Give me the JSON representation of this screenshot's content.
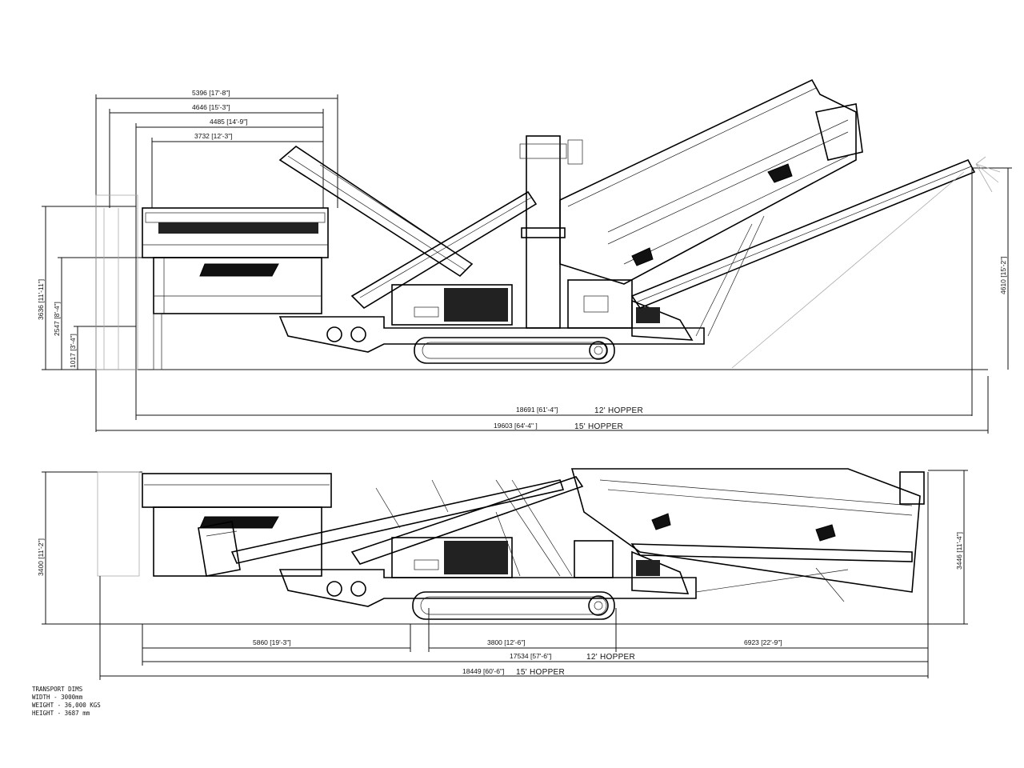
{
  "side_view": {
    "top_dims": [
      "5396 [17'-8\"]",
      "4646 [15'-3\"]",
      "4485 [14'-9\"]",
      "3732 [12'-3\"]"
    ],
    "left_dims": [
      "3636 [11'-11\"]",
      "2547 [8'-4\"]",
      "1017 [3'-4\"]"
    ],
    "right_dim": "4610 [15'-2\"]",
    "length_12": {
      "value": "18691 [61'-4\"]",
      "label": "12' HOPPER"
    },
    "length_15": {
      "value": "19603 [64'-4\" ]",
      "label": "15' HOPPER"
    }
  },
  "transport_view": {
    "left_dim": "3400 [11'-2\"]",
    "right_dim": "3446 [11'-4\"]",
    "seg_dims": [
      "5860 [19'-3\"]",
      "3800 [12'-6\"]",
      "6923 [22'-9\"]"
    ],
    "length_12": {
      "value": "17534 [57'-6\"]",
      "label": "12' HOPPER"
    },
    "length_15": {
      "value": "18449 [60'-6\"]",
      "label": "15' HOPPER"
    }
  },
  "notes": {
    "title": "TRANSPORT DIMS",
    "width": "WIDTH - 3000mm",
    "weight": "WEIGHT - 36,000 KGS",
    "height": "HEIGHT - 3687 mm"
  }
}
